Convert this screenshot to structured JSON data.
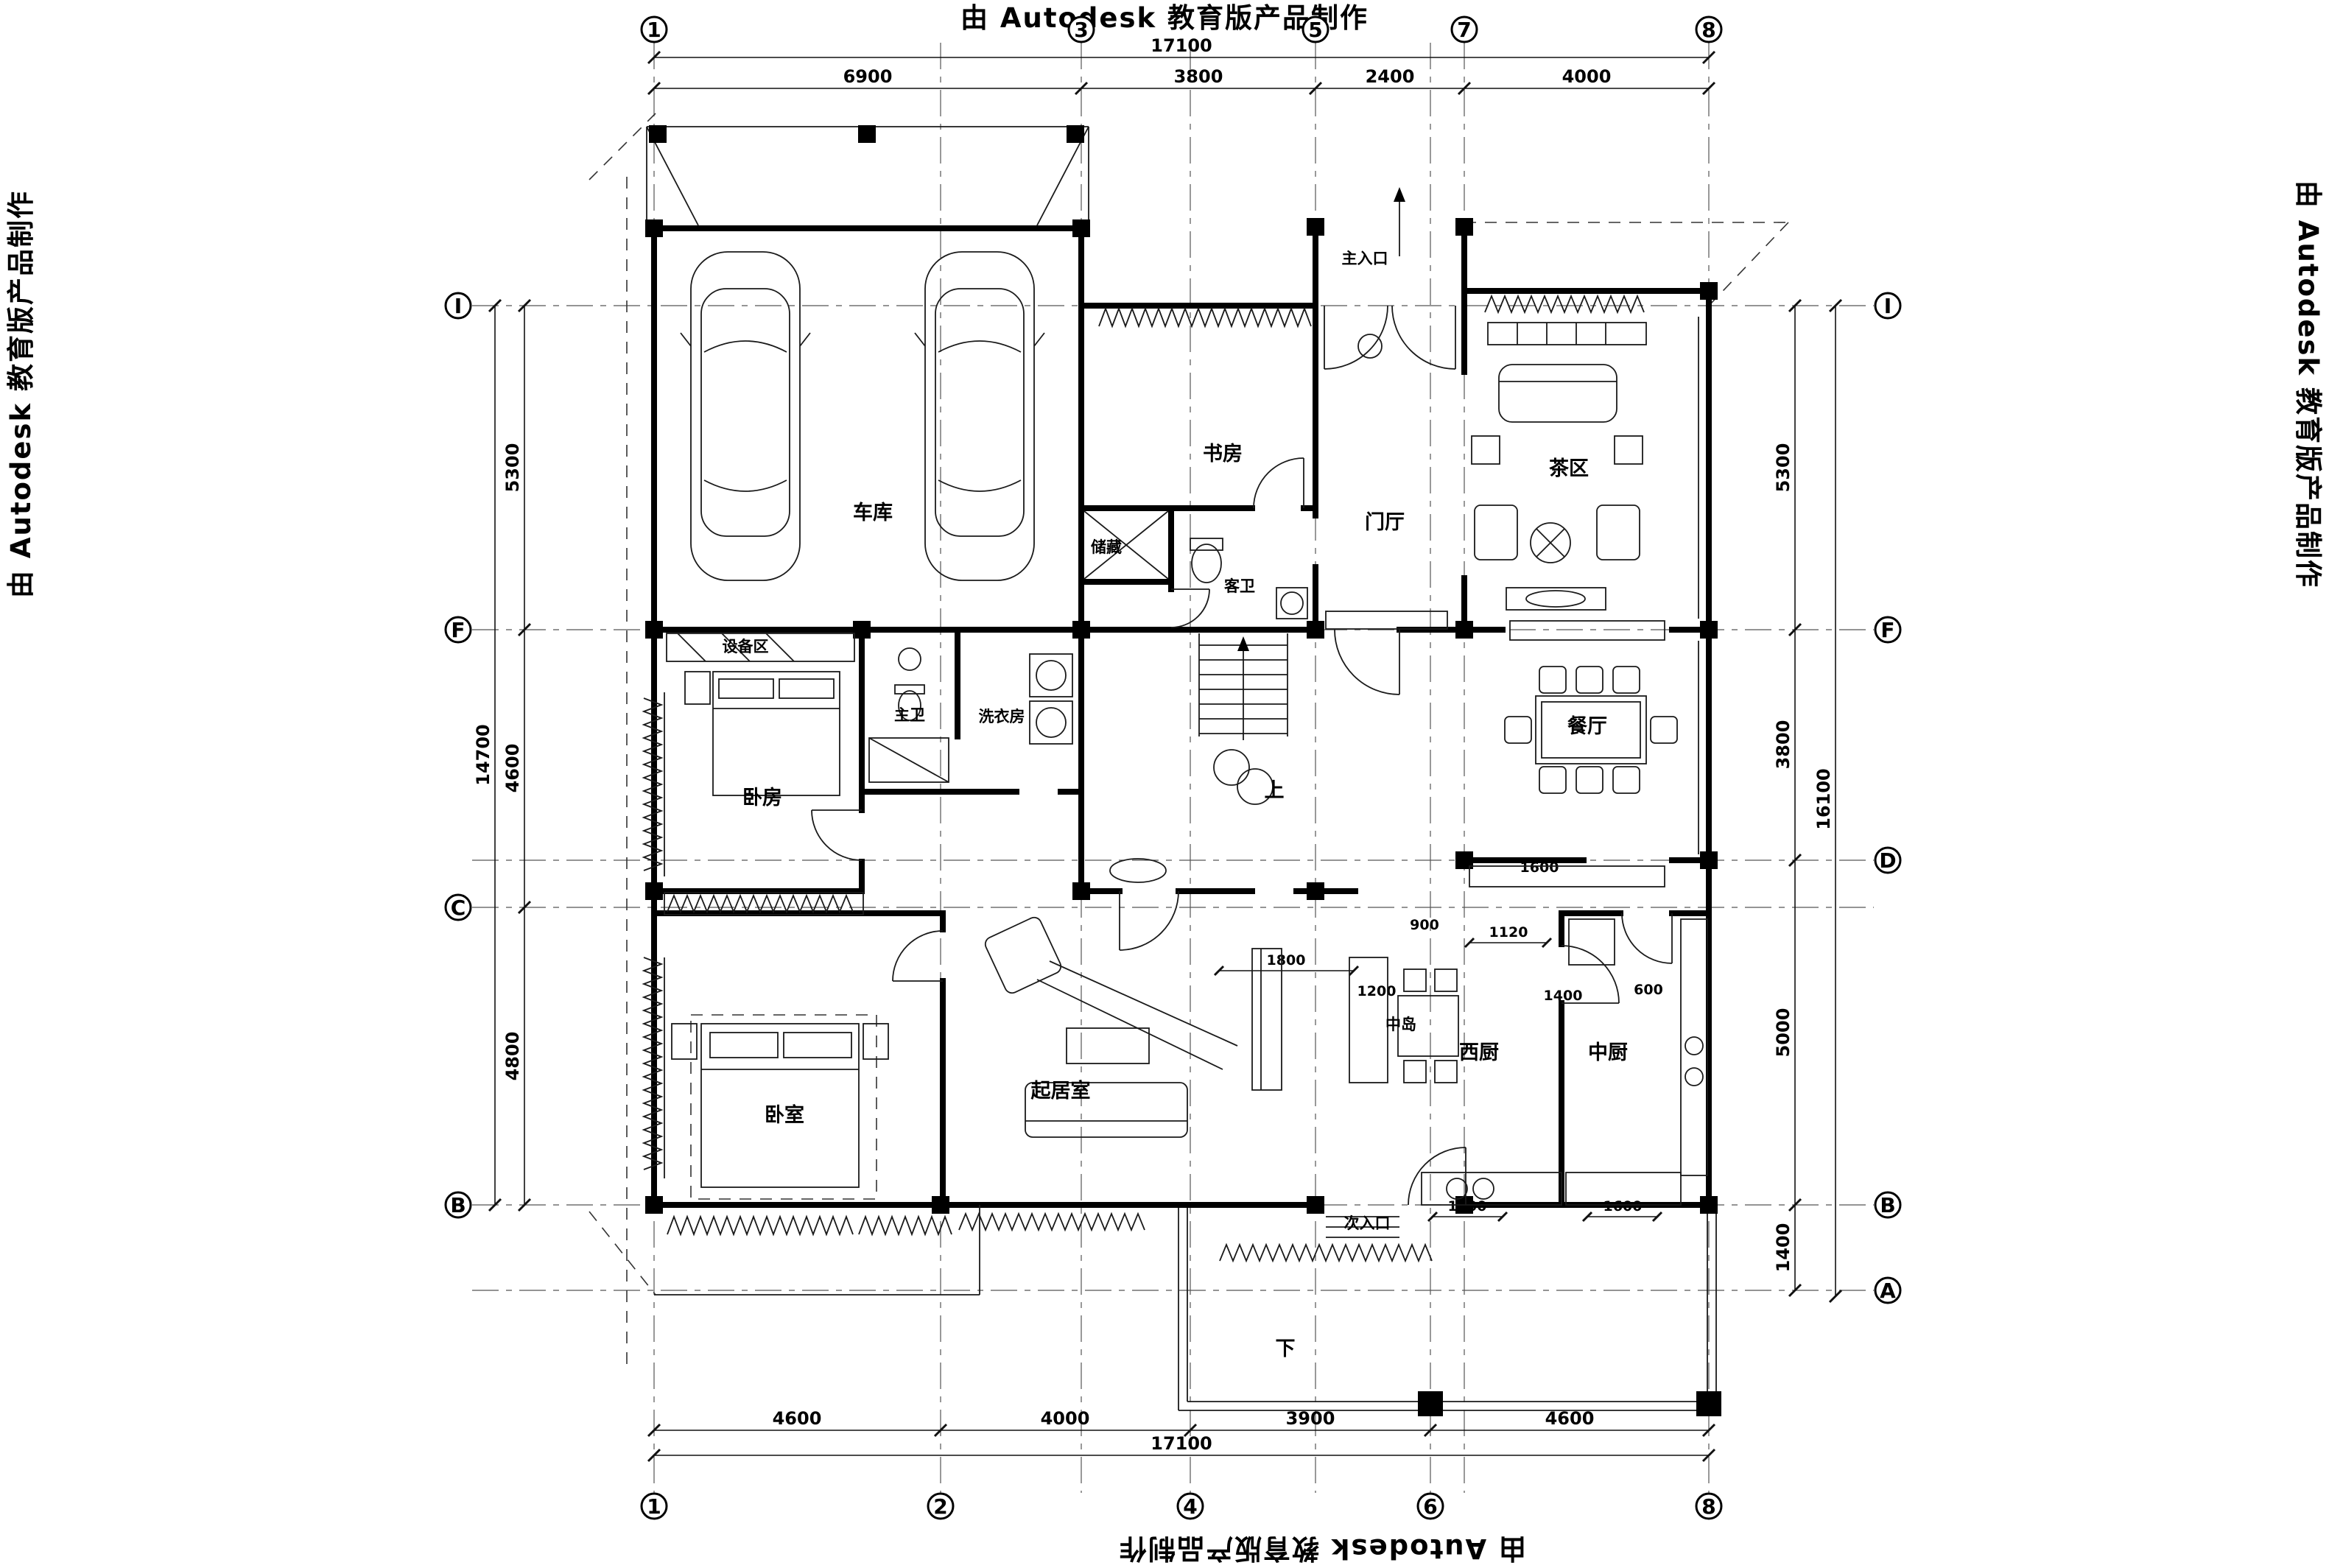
{
  "watermark": {
    "text": "由 Autodesk 教育版产品制作"
  },
  "grid": {
    "top": [
      "1",
      "3",
      "5",
      "7",
      "8"
    ],
    "bottom": [
      "1",
      "2",
      "4",
      "6",
      "8"
    ],
    "left": [
      "I",
      "F",
      "C",
      "B"
    ],
    "right": [
      "I",
      "F",
      "D",
      "B",
      "A"
    ]
  },
  "dimensions": {
    "top_total": "17100",
    "top": [
      "6900",
      "3800",
      "2400",
      "4000"
    ],
    "bottom": [
      "4600",
      "4000",
      "3900",
      "4600"
    ],
    "bottom_total": "17100",
    "left": [
      "5300",
      "4600",
      "4800"
    ],
    "left_total": "14700",
    "right": [
      "5300",
      "3800",
      "5000",
      "1400"
    ],
    "right_total": "16100",
    "interior": [
      "1800",
      "1200",
      "900",
      "1120",
      "1400",
      "600",
      "1600",
      "1600",
      "1600"
    ]
  },
  "rooms": {
    "garage": "车库",
    "study": "书房",
    "foyer": "门厅",
    "tea_area": "茶区",
    "guest_bath": "客卫",
    "storage": "储藏",
    "equipment_area": "设备区",
    "bedroom_mid": "卧房",
    "bath_mid": "主卫",
    "laundry": "洗衣房",
    "dining": "餐厅",
    "bedroom": "卧室",
    "living_room": "起居室",
    "island": "中岛",
    "west_kitchen": "西厨",
    "chinese_kitchen": "中厨"
  },
  "annotations": {
    "main_entrance": "主入口",
    "secondary_entrance": "次入口",
    "up": "上",
    "down": "下"
  }
}
